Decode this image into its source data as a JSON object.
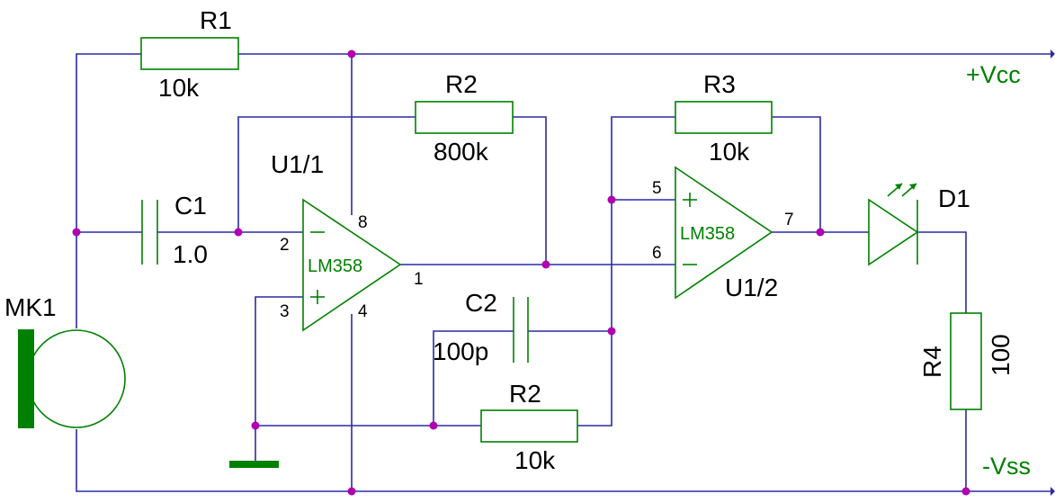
{
  "colors": {
    "wire": "#2a2aa8",
    "component": "#008000",
    "junction": "#b000b0",
    "text": "#000000"
  },
  "rails": {
    "vcc": "+Vcc",
    "vss": "-Vss"
  },
  "r1": {
    "ref": "R1",
    "value": "10k"
  },
  "r2_feedback": {
    "ref": "R2",
    "value": "800k"
  },
  "r3": {
    "ref": "R3",
    "value": "10k"
  },
  "r2_bias": {
    "ref": "R2",
    "value": "10k"
  },
  "r4": {
    "ref": "R4",
    "value": "100"
  },
  "c1": {
    "ref": "C1",
    "value": "1.0"
  },
  "c2": {
    "ref": "C2",
    "value": "100p"
  },
  "d1": {
    "ref": "D1"
  },
  "mk1": {
    "ref": "MK1"
  },
  "u1_1": {
    "ref": "U1/1",
    "part": "LM358",
    "minus": "−",
    "plus": "+",
    "pins": {
      "inv": "2",
      "noninv": "3",
      "vplus": "8",
      "vminus": "4",
      "out": "1"
    }
  },
  "u1_2": {
    "ref": "U1/2",
    "part": "LM358",
    "minus": "−",
    "plus": "+",
    "pins": {
      "noninv": "5",
      "inv": "6",
      "out": "7"
    }
  }
}
